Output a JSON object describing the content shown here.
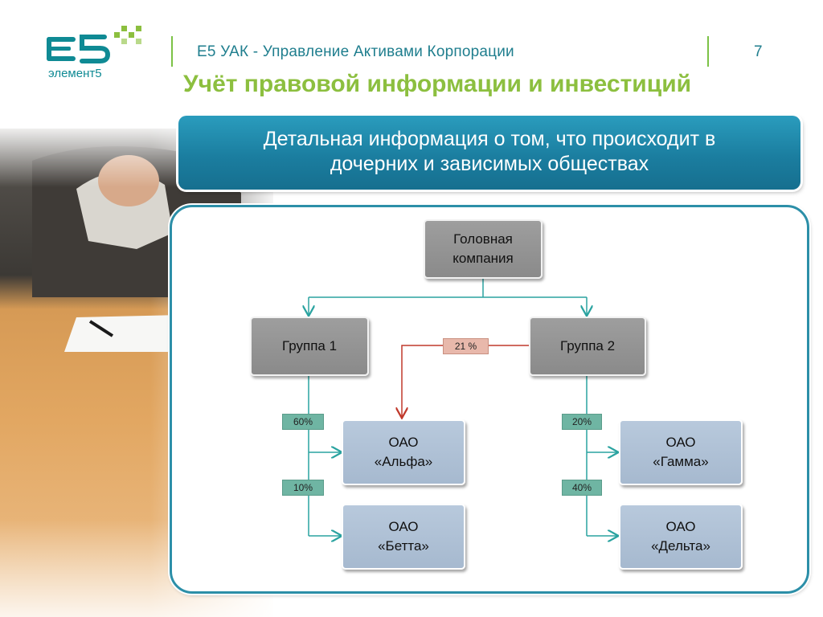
{
  "header": {
    "logo_text": "E5",
    "logo_caption": "элемент5",
    "title": "Е5 УАК - Управление Активами Корпорации",
    "page_number": "7"
  },
  "slide": {
    "title": "Учёт правовой информации и инвестиций",
    "banner_line1": "Детальная информация о том, что происходит в",
    "banner_line2": "дочерних и зависимых обществах"
  },
  "diagram": {
    "head": {
      "line1": "Головная",
      "line2": "компания"
    },
    "group1": "Группа 1",
    "group2": "Группа 2",
    "alpha": {
      "line1": "ОАО",
      "line2": "«Альфа»"
    },
    "betta": {
      "line1": "ОАО",
      "line2": "«Бетта»"
    },
    "gamma": {
      "line1": "ОАО",
      "line2": "«Гамма»"
    },
    "delta": {
      "line1": "ОАО",
      "line2": "«Дельта»"
    },
    "stakes": {
      "cross": "21 %",
      "g1_alpha": "60%",
      "g1_betta": "10%",
      "g2_gamma": "20%",
      "g2_delta": "40%"
    }
  },
  "colors": {
    "accent_green": "#8cbf3f",
    "teal": "#1f7e8e",
    "banner_blue": "#1e87a8",
    "connector_teal": "#2aa3a0",
    "connector_red": "#c0392b"
  }
}
